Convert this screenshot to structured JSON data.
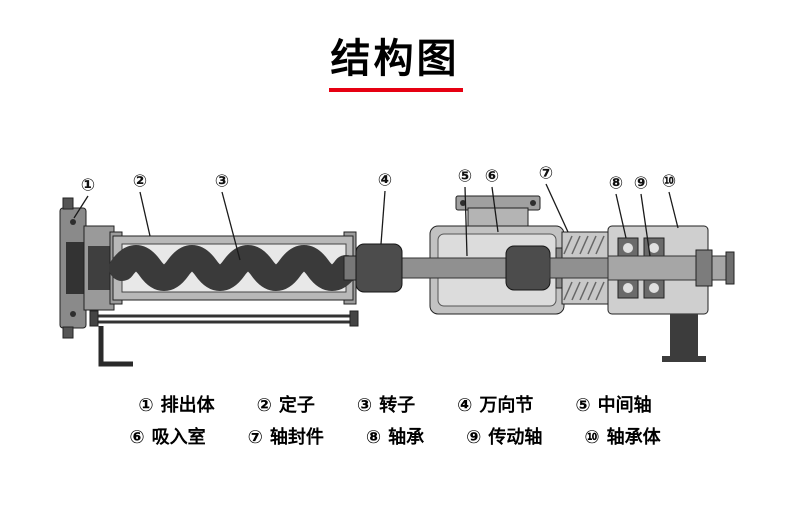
{
  "page": {
    "title": "结构图"
  },
  "colors": {
    "accent": "#e60012",
    "line": "#1a1a1a"
  },
  "legend": {
    "items": [
      {
        "num": "①",
        "label": "排出体"
      },
      {
        "num": "②",
        "label": "定子"
      },
      {
        "num": "③",
        "label": "转子"
      },
      {
        "num": "④",
        "label": "万向节"
      },
      {
        "num": "⑤",
        "label": "中间轴"
      },
      {
        "num": "⑥",
        "label": "吸入室"
      },
      {
        "num": "⑦",
        "label": "轴封件"
      },
      {
        "num": "⑧",
        "label": "轴承"
      },
      {
        "num": "⑨",
        "label": "传动轴"
      },
      {
        "num": "⑩",
        "label": "轴承体"
      }
    ]
  }
}
